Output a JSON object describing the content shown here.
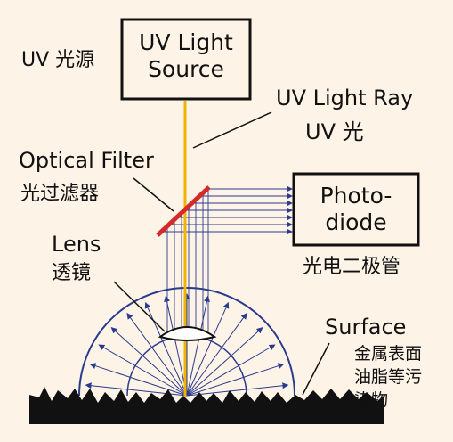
{
  "labels": {
    "uv_source_zh": "UV 光源",
    "uv_source_box": [
      "UV Light",
      "Source"
    ],
    "uv_ray_en": "UV Light Ray",
    "uv_ray_zh": "UV 光",
    "optical_filter_en": "Optical Filter",
    "optical_filter_zh": "光过滤器",
    "photodiode_box": [
      "Photo-",
      "diode"
    ],
    "photodiode_zh": "光电二极管",
    "lens_en": "Lens",
    "lens_zh": "透镜",
    "surface_en": "Surface",
    "surface_zh": [
      "金属表面",
      "油脂等污",
      "染物"
    ]
  },
  "colors": {
    "background": "#fdf3e7",
    "uv_ray": "#f0b400",
    "filter": "#d42a2a",
    "light_paths": "#2a3a8c",
    "box_border": "#111111",
    "surface": "#111111"
  }
}
